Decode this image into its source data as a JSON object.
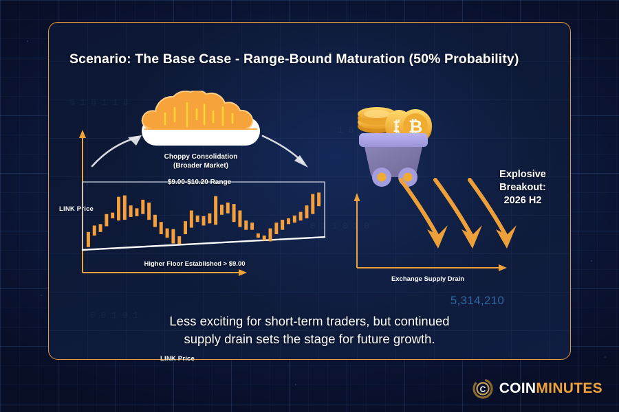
{
  "theme": {
    "panel_border": "#e59b3b",
    "accent_orange": "#f5a03c",
    "candle_orange": "#F5A03C",
    "cart_purple": "#9a93d6",
    "coin_gold": "#f2b63c",
    "number_blue": "#2f6fa8",
    "white": "#ffffff",
    "bg_navy": "#0b1430"
  },
  "panel": {
    "title": "Scenario: The Base Case - Range-Bound Maturation (50% Probability)"
  },
  "left_chart": {
    "y_axis_label": "LINK Price",
    "x_axis_label": "LINK Price",
    "range_label": "$9.00-$10.20 Range",
    "floor_label": "Higher Floor Established > $9.00",
    "cloud_caption_line1": "Choppy Consolidation",
    "cloud_caption_line2": "(Broader Market)",
    "cloud_icon": "storm-cloud-icon",
    "arrow_in_icon": "curved-arrow-up-right-icon",
    "arrow_out_icon": "curved-arrow-down-right-icon"
  },
  "right_block": {
    "cart_icon": "cart-with-coins-icon",
    "breakout_line1": "Explosive",
    "breakout_line2": "Breakout:",
    "breakout_line3": "2026 H2",
    "supply_axis_label": "Exchange Supply Drain",
    "supply_number": "5,314,210",
    "drain_arrow_icon": "curved-arrow-down-icon",
    "drain_arrow_count": 3
  },
  "caption": {
    "line1": "Less exciting for short-term traders, but continued",
    "line2": "supply drain sets the stage for future growth."
  },
  "logo": {
    "mark_letter": "C",
    "word_white": "COIN",
    "word_orange": "MINUTES"
  },
  "chart_data": {
    "type": "candlestick",
    "title": "$9.00-$10.20 Range",
    "xlabel": "LINK Price",
    "ylabel": "LINK Price",
    "ylim": [
      8.6,
      10.4
    ],
    "grid": true,
    "annotations": [
      "$9.00-$10.20 Range",
      "Higher Floor Established > $9.00"
    ],
    "trendline": {
      "label": "Higher Floor Established > $9.00",
      "start_y": 8.62,
      "end_y": 8.98
    },
    "bars": [
      {
        "x": 0,
        "low": 8.7,
        "high": 9.12
      },
      {
        "x": 1,
        "low": 9.02,
        "high": 9.3
      },
      {
        "x": 2,
        "low": 9.12,
        "high": 9.34
      },
      {
        "x": 3,
        "low": 9.28,
        "high": 9.62
      },
      {
        "x": 4,
        "low": 9.5,
        "high": 9.66
      },
      {
        "x": 5,
        "low": 9.44,
        "high": 10.1
      },
      {
        "x": 6,
        "low": 9.46,
        "high": 10.14
      },
      {
        "x": 7,
        "low": 9.54,
        "high": 9.86
      },
      {
        "x": 8,
        "low": 9.56,
        "high": 9.78
      },
      {
        "x": 9,
        "low": 9.62,
        "high": 10.02
      },
      {
        "x": 10,
        "low": 9.46,
        "high": 9.94
      },
      {
        "x": 11,
        "low": 9.26,
        "high": 9.6
      },
      {
        "x": 12,
        "low": 9.06,
        "high": 9.4
      },
      {
        "x": 13,
        "low": 8.96,
        "high": 9.22
      },
      {
        "x": 14,
        "low": 8.8,
        "high": 9.2
      },
      {
        "x": 15,
        "low": 8.78,
        "high": 9.0
      },
      {
        "x": 16,
        "low": 9.06,
        "high": 9.42
      },
      {
        "x": 17,
        "low": 9.24,
        "high": 9.72
      },
      {
        "x": 18,
        "low": 9.4,
        "high": 9.58
      },
      {
        "x": 19,
        "low": 9.3,
        "high": 9.56
      },
      {
        "x": 20,
        "low": 9.36,
        "high": 9.64
      },
      {
        "x": 21,
        "low": 9.32,
        "high": 10.12
      },
      {
        "x": 22,
        "low": 9.6,
        "high": 9.88
      },
      {
        "x": 23,
        "low": 9.64,
        "high": 9.94
      },
      {
        "x": 24,
        "low": 9.4,
        "high": 9.9
      },
      {
        "x": 25,
        "low": 9.26,
        "high": 9.72
      },
      {
        "x": 26,
        "low": 9.18,
        "high": 9.44
      },
      {
        "x": 27,
        "low": 9.18,
        "high": 9.38
      },
      {
        "x": 28,
        "low": 8.96,
        "high": 9.08
      },
      {
        "x": 29,
        "low": 8.88,
        "high": 9.02
      },
      {
        "x": 30,
        "low": 8.86,
        "high": 9.22
      },
      {
        "x": 31,
        "low": 9.06,
        "high": 9.38
      },
      {
        "x": 32,
        "low": 9.18,
        "high": 9.46
      },
      {
        "x": 33,
        "low": 9.34,
        "high": 9.5
      },
      {
        "x": 34,
        "low": 9.38,
        "high": 9.58
      },
      {
        "x": 35,
        "low": 9.44,
        "high": 9.68
      },
      {
        "x": 36,
        "low": 9.5,
        "high": 9.86
      },
      {
        "x": 37,
        "low": 9.62,
        "high": 10.18
      },
      {
        "x": 38,
        "low": 9.84,
        "high": 10.22
      }
    ]
  }
}
